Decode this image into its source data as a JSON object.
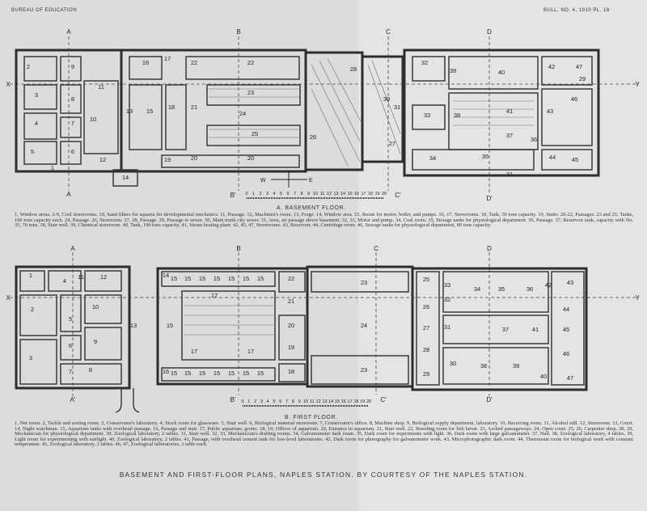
{
  "header": {
    "left": "BUREAU OF EDUCATION",
    "right": "BULL. NO. 4, 1910 PL. 18"
  },
  "basement": {
    "caption": "A. BASEMENT FLOOR.",
    "section_markers": [
      "A",
      "A",
      "B",
      "B'",
      "C",
      "C'",
      "D",
      "D'",
      "X",
      "Y"
    ],
    "compass": {
      "west": "W",
      "east": "E"
    },
    "scale_labels": [
      "0",
      "1",
      "2",
      "3",
      "4",
      "5",
      "6",
      "7",
      "8",
      "9",
      "10",
      "11",
      "12",
      "13",
      "14",
      "15",
      "16",
      "17",
      "18",
      "19",
      "20"
    ],
    "room_labels": [
      "2",
      "9",
      "3",
      "8",
      "10",
      "4",
      "7",
      "5",
      "6",
      "12",
      "14",
      "11",
      "1",
      "16",
      "17",
      "22",
      "13",
      "15",
      "18",
      "21",
      "19",
      "20",
      "22",
      "23",
      "24",
      "25",
      "26",
      "20",
      "28",
      "30",
      "31",
      "32",
      "39",
      "40",
      "42",
      "47",
      "33",
      "38",
      "37",
      "41",
      "43",
      "46",
      "36",
      "44",
      "45",
      "34",
      "35",
      "31",
      "29",
      "27"
    ],
    "legend": "1, Window areas. 2-9, Cool storerooms. 10, Sand filters for aquaria for developmental mechanics. 11, Passage. 12, Machinist's room. 13, Forge. 14, Window area. 15, Room for motor, boiler, and pumps. 16, 17, Storerooms. 18, Tank, 50 tons capacity. 19, Stairs. 20-22, Passages. 23 and 25, Tanks, 100 tons capacity each. 24, Passage. 26, Storeroom. 27, 28, Passage. 29, Passage to sewer. 30, Main trunk city sewer. 31, Area, air passage above basement. 32, 33, Motor and pump. 34, Coal room. 35, Storage tanks for physiological department. 36, Passage. 37, Reservoir tank, capacity with No. 35, 70 tons. 38, Stair well. 39, Chemical storeroom. 40, Tank, 100 tons capacity. 41, Steam heating plant. 42, 45, 47, Storerooms. 43, Reservoir. 44, Centrifuge room. 46, Storage tanks for physiological department, 80 tons capacity."
  },
  "first_floor": {
    "caption": "B. FIRST FLOOR.",
    "section_markers": [
      "A",
      "A'",
      "B",
      "B'",
      "C",
      "C'",
      "D",
      "D'",
      "X",
      "Y"
    ],
    "scale_labels": [
      "0",
      "1",
      "2",
      "3",
      "4",
      "5",
      "6",
      "7",
      "8",
      "9",
      "10",
      "11",
      "12",
      "13",
      "14",
      "15",
      "16",
      "17",
      "18",
      "19",
      "20"
    ],
    "room_labels": [
      "1",
      "4",
      "11",
      "12",
      "2",
      "10",
      "5",
      "9",
      "3",
      "8",
      "6",
      "7",
      "13",
      "14",
      "15",
      "15",
      "15",
      "15",
      "15",
      "15",
      "15",
      "22",
      "21",
      "17",
      "15",
      "20",
      "19",
      "17",
      "17",
      "16",
      "15",
      "15",
      "15",
      "15",
      "15",
      "15",
      "15",
      "18",
      "23",
      "24",
      "23",
      "25",
      "26",
      "27",
      "28",
      "29",
      "33",
      "32",
      "31",
      "34",
      "35",
      "36",
      "37",
      "30",
      "38",
      "39",
      "40",
      "41",
      "42",
      "43",
      "44",
      "45",
      "46",
      "47"
    ],
    "legend": "1, Net room. 2, Tackle and sorting room. 3, Conservator's laboratory. 4, Stock room for glassware. 5, Stair well. 6, Biological material storeroom. 7, Conservator's office. 8, Machine shop. 9, Biological supply department, laboratory. 10, Receiving room. 11, Alcohol still. 12, Storeroom. 13, Court. 14, Night watchman. 15, Aquarium tanks with overhead passage. 16, Passage and stair. 17, Public aquarium, grotto. 18, 19, Offices of aquarium. 20, Entrance to aquarium. 21, Stair well. 22, Breeding room for fish larvæ. 23, Arched passageways. 24, Open court. 25, 26, Carpenter shop. 28, 29, Mechanician for physiological department. 30, Zoological laboratory, 2 tables. 31, Stair well. 32, 33, Mechanician's drafting rooms. 34, Galvanometer dark room. 35, Dark room for experiments with light. 36, Dark room with large galvanometer. 37, Hall. 38, Zoological laboratory, 4 tables. 39, Light room for experimenting with sunlight. 40, Zoological laboratory, 2 tables. 41, Passage, with overhead cement tank for low-level laboratories. 42, Dark room for photography for galvanometer work. 43, Microphotographic dark room. 44, Thermostat room for biological work with constant temperature. 45, Zoological laboratory, 2 tables. 46, 47, Zoological laboratories, 1 table each."
  },
  "title": "BASEMENT AND FIRST-FLOOR PLANS, NAPLES STATION. BY COURTESY OF THE NAPLES STATION."
}
